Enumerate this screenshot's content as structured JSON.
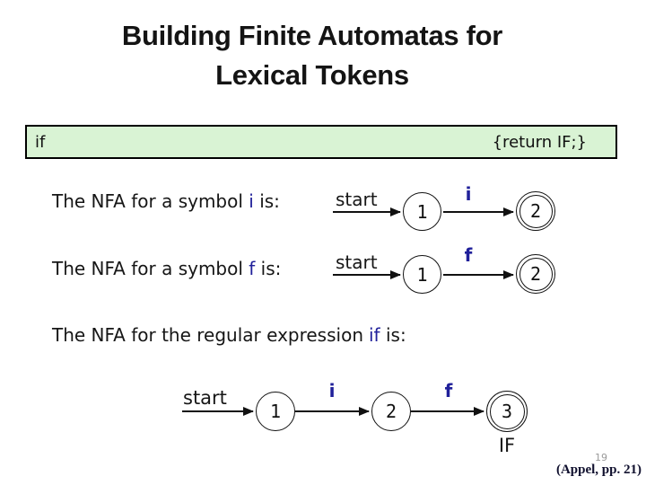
{
  "slide": {
    "title_lines": [
      "Building Finite Automatas for",
      "Lexical Tokens"
    ],
    "page_number": "19",
    "citation": "(Appel, pp. 21)"
  },
  "lex_rule": {
    "pattern": "if",
    "action": "{return IF;}"
  },
  "sentences": {
    "nfa_i": {
      "prefix": "The NFA for a symbol ",
      "symbol": "i",
      "suffix": " is:"
    },
    "nfa_f": {
      "prefix": "The NFA for a symbol ",
      "symbol": "f",
      "suffix": " is:"
    },
    "nfa_if": {
      "prefix": "The NFA for the regular expression",
      "symbol": "if",
      "suffix": " is:"
    }
  },
  "diagrams": {
    "nfa_i": {
      "start_label": "start",
      "states": [
        {
          "id": "1",
          "accepting": false
        },
        {
          "id": "2",
          "accepting": true
        }
      ],
      "transitions": [
        {
          "label": "i",
          "from": "1",
          "to": "2"
        }
      ]
    },
    "nfa_f": {
      "start_label": "start",
      "states": [
        {
          "id": "1",
          "accepting": false
        },
        {
          "id": "2",
          "accepting": true
        }
      ],
      "transitions": [
        {
          "label": "f",
          "from": "1",
          "to": "2"
        }
      ]
    },
    "nfa_if": {
      "start_label": "start",
      "states": [
        {
          "id": "1",
          "accepting": false
        },
        {
          "id": "2",
          "accepting": false
        },
        {
          "id": "3",
          "accepting": true
        }
      ],
      "transitions": [
        {
          "label": "i",
          "from": "1",
          "to": "2"
        },
        {
          "label": "f",
          "from": "2",
          "to": "3"
        }
      ],
      "accept_token": "IF"
    }
  },
  "colors": {
    "box_fill": "#d9f3d4",
    "box_border": "#000000",
    "symbol_blue": "#20209a",
    "text_black": "#161616",
    "page_number_gray": "#9a9a9a",
    "citation_dark": "#10102e"
  }
}
